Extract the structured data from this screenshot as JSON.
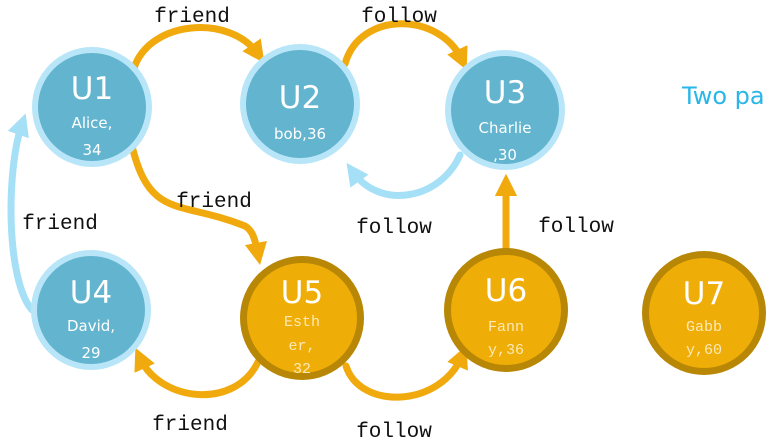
{
  "title": "Two pa",
  "colors": {
    "blue_fill": "#62b4cf",
    "blue_ring": "#b8e6f8",
    "blue_edge": "#a6e0f7",
    "orange_fill": "#efad07",
    "orange_ring": "#b98706",
    "orange_edge": "#f0aa0d",
    "title": "#29b6e8"
  },
  "nodes": {
    "u1": {
      "id": "U1",
      "info1": "Alice,",
      "info2": "34"
    },
    "u2": {
      "id": "U2",
      "info1": "bob,36"
    },
    "u3": {
      "id": "U3",
      "info1": "Charlie",
      "info2": ",30"
    },
    "u4": {
      "id": "U4",
      "info1": "David,",
      "info2": "29"
    },
    "u5": {
      "id": "U5",
      "info1": "Esth",
      "info2": "er,",
      "info3": "32"
    },
    "u6": {
      "id": "U6",
      "info1": "Fann",
      "info2": "y,36"
    },
    "u7": {
      "id": "U7",
      "info1": "Gabb",
      "info2": "y,60"
    }
  },
  "edges": {
    "u1_u2": "friend",
    "u2_u3": "follow",
    "u1_u5": "friend",
    "u4_u1": "friend",
    "u3_u2": "follow",
    "u6_u3": "follow",
    "u5_u4": "friend",
    "u5_u6": "follow"
  }
}
